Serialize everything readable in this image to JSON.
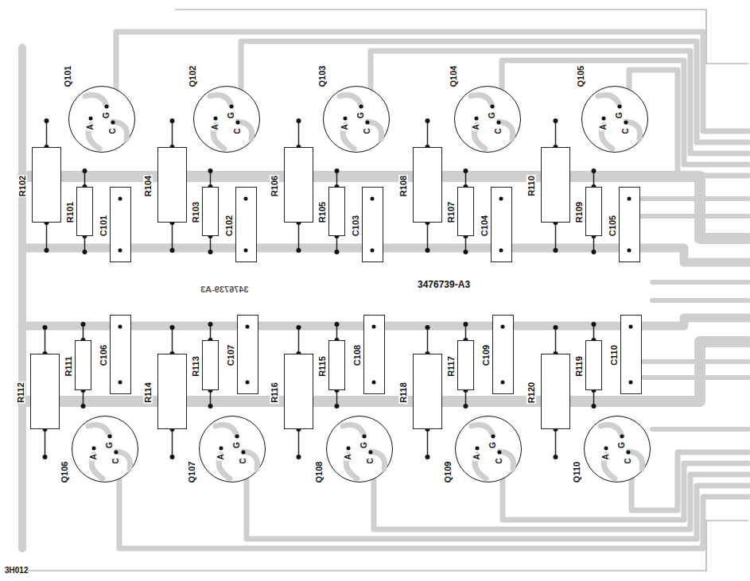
{
  "diagram": {
    "nodes": [
      {
        "text": [
          "Q101",
          "A",
          "G",
          "C"
        ]
      },
      {
        "text": [
          "R102"
        ]
      },
      {
        "text": [
          "R101"
        ]
      },
      {
        "text": [
          "C101"
        ]
      },
      {
        "text": [
          "Q102",
          "A",
          "G",
          "C"
        ]
      },
      {
        "text": [
          "R104"
        ]
      },
      {
        "text": [
          "R103"
        ]
      },
      {
        "text": [
          "C102"
        ]
      },
      {
        "text": [
          "Q103",
          "A",
          "G",
          "C"
        ]
      },
      {
        "text": [
          "R106"
        ]
      },
      {
        "text": [
          "R105"
        ]
      },
      {
        "text": [
          "C103"
        ]
      },
      {
        "text": [
          "Q104",
          "A",
          "G",
          "C"
        ]
      },
      {
        "text": [
          "R108"
        ]
      },
      {
        "text": [
          "R107"
        ]
      },
      {
        "text": [
          "C104"
        ]
      },
      {
        "text": [
          "Q105",
          "A",
          "G",
          "C"
        ]
      },
      {
        "text": [
          "R110"
        ]
      },
      {
        "text": [
          "R109"
        ]
      },
      {
        "text": [
          "C105"
        ]
      },
      {
        "text": [
          "Q106",
          "A",
          "G",
          "C"
        ]
      },
      {
        "text": [
          "R112"
        ]
      },
      {
        "text": [
          "R111"
        ]
      },
      {
        "text": [
          "C106"
        ]
      },
      {
        "text": [
          "Q107",
          "A",
          "G",
          "C"
        ]
      },
      {
        "text": [
          "R114"
        ]
      },
      {
        "text": [
          "R113"
        ]
      },
      {
        "text": [
          "C107"
        ]
      },
      {
        "text": [
          "Q108",
          "A",
          "G",
          "C"
        ]
      },
      {
        "text": [
          "R116"
        ]
      },
      {
        "text": [
          "R115"
        ]
      },
      {
        "text": [
          "C108"
        ]
      },
      {
        "text": [
          "Q109",
          "A",
          "G",
          "C"
        ]
      },
      {
        "text": [
          "R118"
        ]
      },
      {
        "text": [
          "R117"
        ]
      },
      {
        "text": [
          "C109"
        ]
      },
      {
        "text": [
          "Q110",
          "A",
          "G",
          "C"
        ]
      },
      {
        "text": [
          "R120"
        ]
      },
      {
        "text": [
          "R119"
        ]
      },
      {
        "text": [
          "C110"
        ]
      }
    ],
    "labels": [
      "3476739-A3",
      "3476739-A3",
      "3H012"
    ]
  }
}
